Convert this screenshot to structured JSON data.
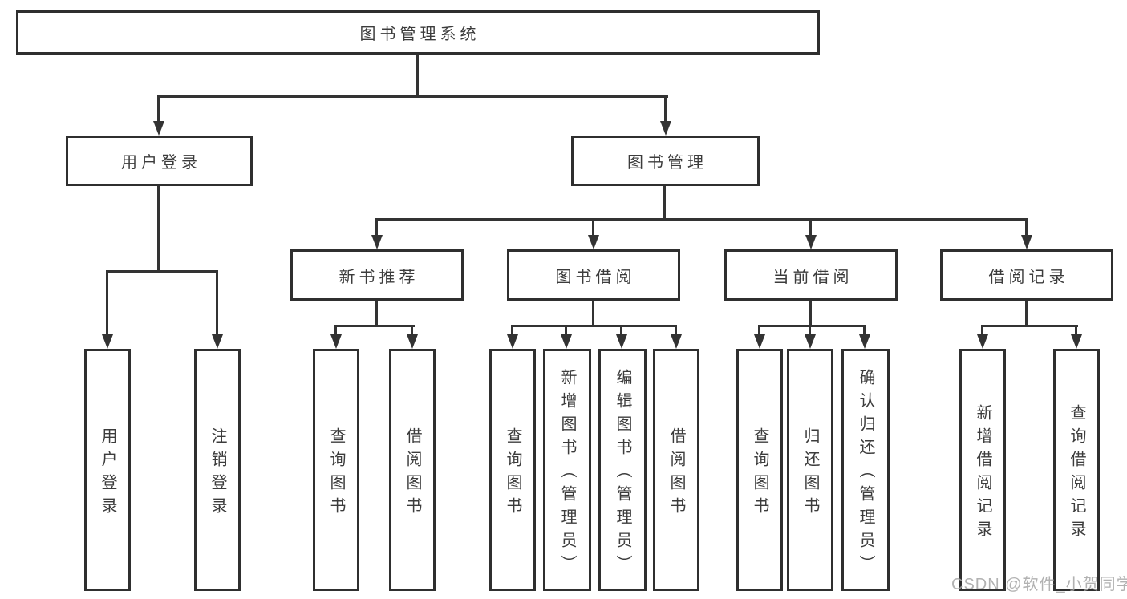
{
  "diagram": {
    "root": {
      "label": "图书管理系统"
    },
    "level2": [
      {
        "id": "user-login",
        "label": "用户登录"
      },
      {
        "id": "book-management",
        "label": "图书管理"
      }
    ],
    "level3": [
      {
        "id": "new-book-recommend",
        "label": "新书推荐",
        "parent": "book-management"
      },
      {
        "id": "book-borrow",
        "label": "图书借阅",
        "parent": "book-management"
      },
      {
        "id": "current-borrow",
        "label": "当前借阅",
        "parent": "book-management"
      },
      {
        "id": "borrow-records",
        "label": "借阅记录",
        "parent": "book-management"
      }
    ],
    "leaves": [
      {
        "parent": "user-login",
        "label": "用户登录"
      },
      {
        "parent": "user-login",
        "label": "注销登录"
      },
      {
        "parent": "new-book-recommend",
        "label": "查询图书"
      },
      {
        "parent": "new-book-recommend",
        "label": "借阅图书"
      },
      {
        "parent": "book-borrow",
        "label": "查询图书"
      },
      {
        "parent": "book-borrow",
        "label": "新增图书（管理员）"
      },
      {
        "parent": "book-borrow",
        "label": "编辑图书（管理员）"
      },
      {
        "parent": "book-borrow",
        "label": "借阅图书"
      },
      {
        "parent": "current-borrow",
        "label": "查询图书"
      },
      {
        "parent": "current-borrow",
        "label": "归还图书"
      },
      {
        "parent": "current-borrow",
        "label": "确认归还（管理员）"
      },
      {
        "parent": "borrow-records",
        "label": "新增借阅记录"
      },
      {
        "parent": "borrow-records",
        "label": "查询借阅记录"
      }
    ],
    "watermark": "CSDN @软件_小贺同学",
    "colors": {
      "line": "#333333",
      "border": "#2f2f2f",
      "text": "#3c3c3c",
      "watermark": "#a4a4a4"
    }
  }
}
